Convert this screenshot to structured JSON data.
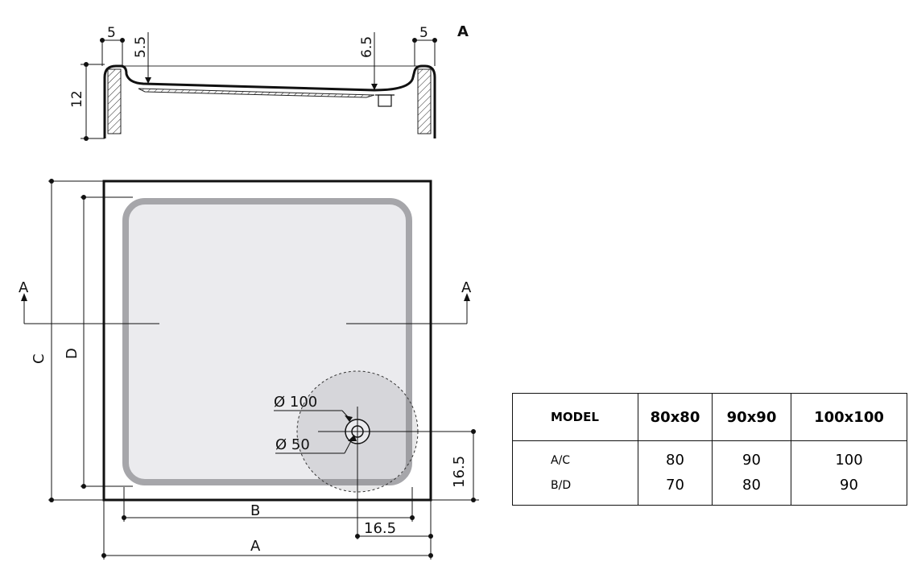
{
  "section_view": {
    "label": "A",
    "dim_left_top": "5",
    "dim_right_top": "5",
    "dim_slope_left": "5.5",
    "dim_slope_right": "6.5",
    "dim_height": "12"
  },
  "plan_view": {
    "section_marker_left": "A",
    "section_marker_right": "A",
    "dim_outer_height": "C",
    "dim_inner_height": "D",
    "dim_inner_width": "B",
    "dim_outer_width": "A",
    "dim_drain_x": "16.5",
    "dim_drain_y": "16.5",
    "drain_outer_diameter": "Ø 100",
    "drain_inner_diameter": "Ø 50"
  },
  "table": {
    "header_label": "MODEL",
    "models": [
      "80x80",
      "90x90",
      "100x100"
    ],
    "rows": [
      {
        "label": "A/C",
        "values": [
          "80",
          "90",
          "100"
        ]
      },
      {
        "label": "B/D",
        "values": [
          "70",
          "80",
          "90"
        ]
      }
    ]
  }
}
